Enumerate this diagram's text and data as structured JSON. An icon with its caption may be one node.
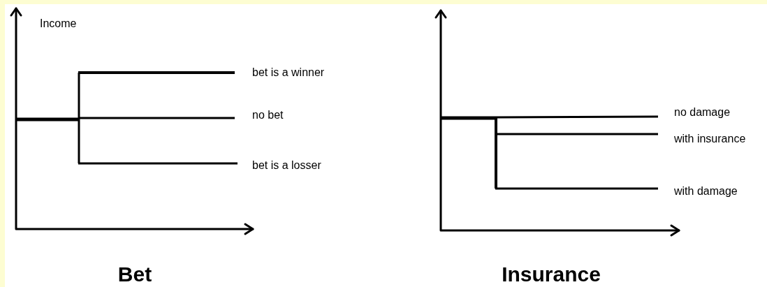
{
  "diagram": {
    "labels": [
      "Income",
      "bet is a winner",
      "no bet",
      "bet is a losser",
      "Bet",
      "no damage",
      "with insurance",
      "with damage",
      "Insurance"
    ]
  }
}
